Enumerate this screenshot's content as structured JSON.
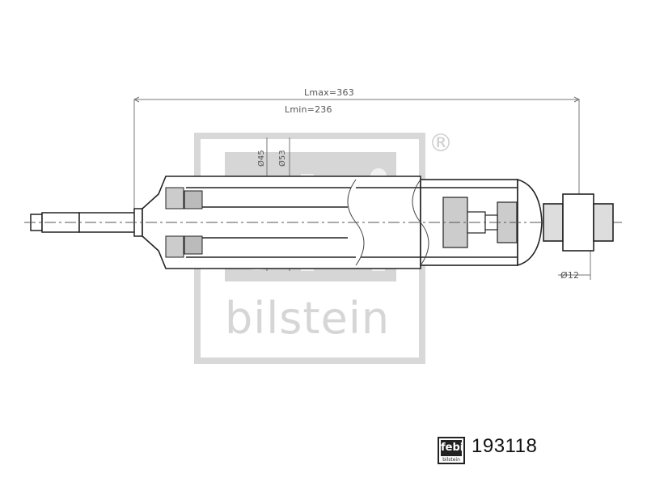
{
  "drawing": {
    "type": "technical-drawing",
    "subject": "shock absorber",
    "dimensions": {
      "lmax_label": "Lmax=363",
      "lmin_label": "Lmin=236",
      "outer_diameter_label": "Ø53",
      "inner_diameter_label": "Ø45",
      "bushing_diameter_label": "Ø12"
    }
  },
  "watermark": {
    "brand_mark": "febi",
    "brand_name": "bilstein",
    "registered": "®",
    "color": "#d6d6d6"
  },
  "footer": {
    "logo_top": "febi",
    "logo_bottom": "bilstein",
    "part_number": "193118"
  }
}
